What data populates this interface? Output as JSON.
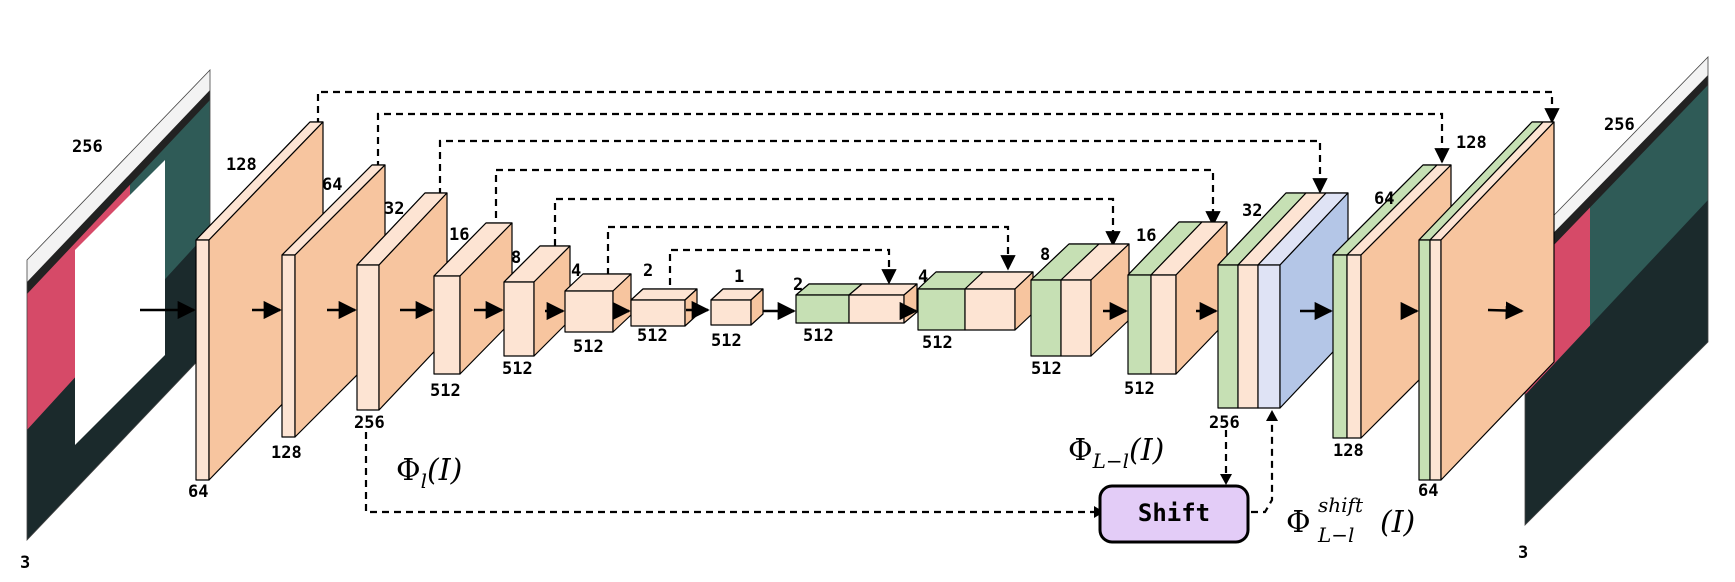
{
  "colors": {
    "enc": "#f7c59f",
    "enc_light": "#fde4d3",
    "dec": "#c6e0b4",
    "mid": "#dfe3f5",
    "blue": "#b4c6e7",
    "shift_fill": "#e3ccf7"
  },
  "input_image": {
    "size_top": "256",
    "channels": "3"
  },
  "output_image": {
    "size_top": "256",
    "channels": "3"
  },
  "encoder": [
    {
      "spatial": "128",
      "channels": "64"
    },
    {
      "spatial": "64",
      "channels": "128"
    },
    {
      "spatial": "32",
      "channels": "256"
    },
    {
      "spatial": "16",
      "channels": "512"
    },
    {
      "spatial": "8",
      "channels": "512"
    },
    {
      "spatial": "4",
      "channels": "512"
    },
    {
      "spatial": "2",
      "channels": "512"
    },
    {
      "spatial": "1",
      "channels": "512"
    }
  ],
  "decoder": [
    {
      "spatial": "2",
      "channels": "512"
    },
    {
      "spatial": "4",
      "channels": "512"
    },
    {
      "spatial": "8",
      "channels": "512"
    },
    {
      "spatial": "16",
      "channels": "512"
    },
    {
      "spatial": "32",
      "channels": "256"
    },
    {
      "spatial": "64",
      "channels": "128"
    },
    {
      "spatial": "128",
      "channels": "64"
    }
  ],
  "formulas": {
    "phi_l": "Φ",
    "phi_l_sub": "l",
    "phi_l_arg": "(I)",
    "phi_Ll": "Φ",
    "phi_Ll_sub": "L−l",
    "phi_Ll_arg": "(I)",
    "phi_shift": "Φ",
    "phi_shift_sup": "shift",
    "phi_shift_sub": "L−l",
    "phi_shift_arg": "(I)"
  },
  "shift_box": {
    "label": "Shift"
  }
}
